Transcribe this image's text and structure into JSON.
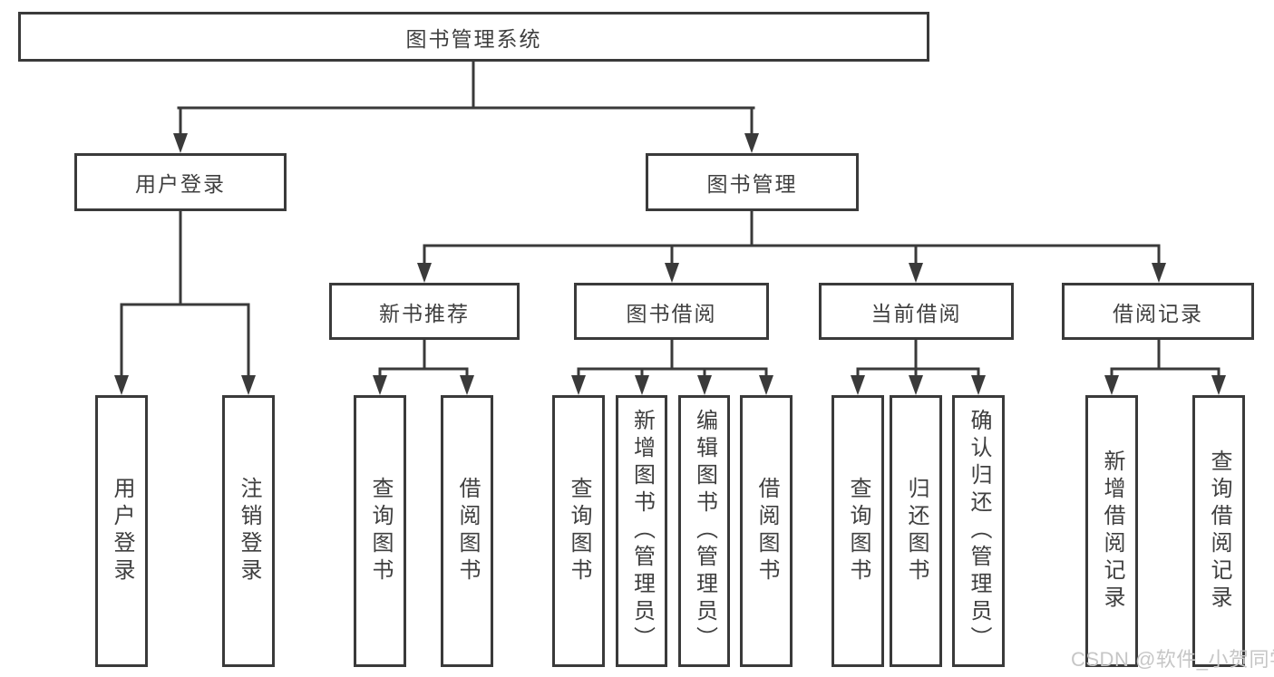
{
  "root": {
    "label": "图书管理系统"
  },
  "level2": {
    "user_login": {
      "label": "用户登录"
    },
    "book_mgmt": {
      "label": "图书管理"
    }
  },
  "level3": {
    "new_books": {
      "label": "新书推荐"
    },
    "book_borrow": {
      "label": "图书借阅"
    },
    "current_borrow": {
      "label": "当前借阅"
    },
    "borrow_records": {
      "label": "借阅记录"
    }
  },
  "leaves": {
    "user_login": [
      "用户登录",
      "注销登录"
    ],
    "new_books": [
      "查询图书",
      "借阅图书"
    ],
    "book_borrow": [
      "查询图书",
      "新增图书（管理员）",
      "编辑图书（管理员）",
      "借阅图书"
    ],
    "current_borrow": [
      "查询图书",
      "归还图书",
      "确认归还（管理员）"
    ],
    "borrow_records": [
      "新增借阅记录",
      "查询借阅记录"
    ]
  },
  "watermark": "CSDN @软件_小贺同学",
  "colors": {
    "line": "#3a3a3a",
    "text": "#3f3f3f",
    "background": "#ffffff",
    "watermark": "#c6c6c6"
  }
}
